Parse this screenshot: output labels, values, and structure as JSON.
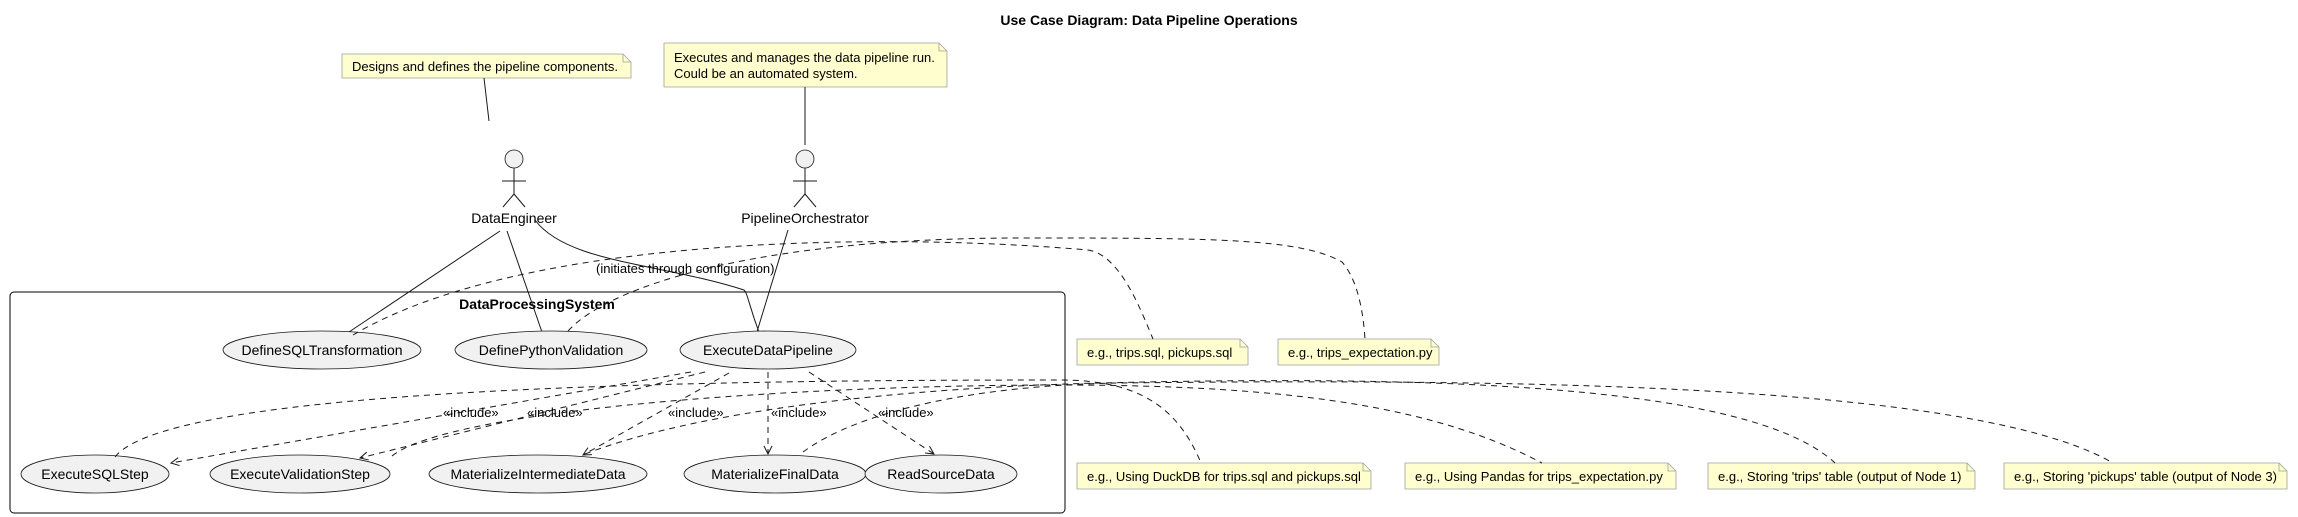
{
  "title": "Use Case Diagram: Data Pipeline Operations",
  "actors": {
    "data_engineer": {
      "label": "DataEngineer"
    },
    "pipeline_orchestrator": {
      "label": "PipelineOrchestrator"
    }
  },
  "actor_notes": {
    "data_engineer_note": {
      "lines": [
        "Designs and defines the pipeline components."
      ]
    },
    "pipeline_orchestrator_note": {
      "lines": [
        "Executes and manages the data pipeline run.",
        "Could be an automated system."
      ]
    }
  },
  "system": {
    "label": "DataProcessingSystem"
  },
  "use_cases": {
    "define_sql_transformation": "DefineSQLTransformation",
    "define_python_validation": "DefinePythonValidation",
    "execute_data_pipeline": "ExecuteDataPipeline",
    "execute_sql_step": "ExecuteSQLStep",
    "execute_validation_step": "ExecuteValidationStep",
    "materialize_intermediate_data": "MaterializeIntermediateData",
    "materialize_final_data": "MaterializeFinalData",
    "read_source_data": "ReadSourceData"
  },
  "relationship_labels": {
    "initiates": "(initiates through configuration)",
    "include_1": "«include»",
    "include_2": "«include»",
    "include_3": "«include»",
    "include_4": "«include»",
    "include_5": "«include»"
  },
  "examples": {
    "sql_files": "e.g., trips.sql, pickups.sql",
    "expectation_file": "e.g., trips_expectation.py",
    "duckdb": "e.g., Using DuckDB for trips.sql and pickups.sql",
    "pandas": "e.g., Using Pandas for trips_expectation.py",
    "trips_table": "e.g., Storing 'trips' table (output of Node 1)",
    "pickups_table": "e.g., Storing 'pickups' table (output of Node 3)"
  },
  "colors": {
    "note_fill": "#fefece",
    "note_border": "#a0a0a0",
    "usecase_fill": "#f1f1f1",
    "line": "#181818"
  }
}
